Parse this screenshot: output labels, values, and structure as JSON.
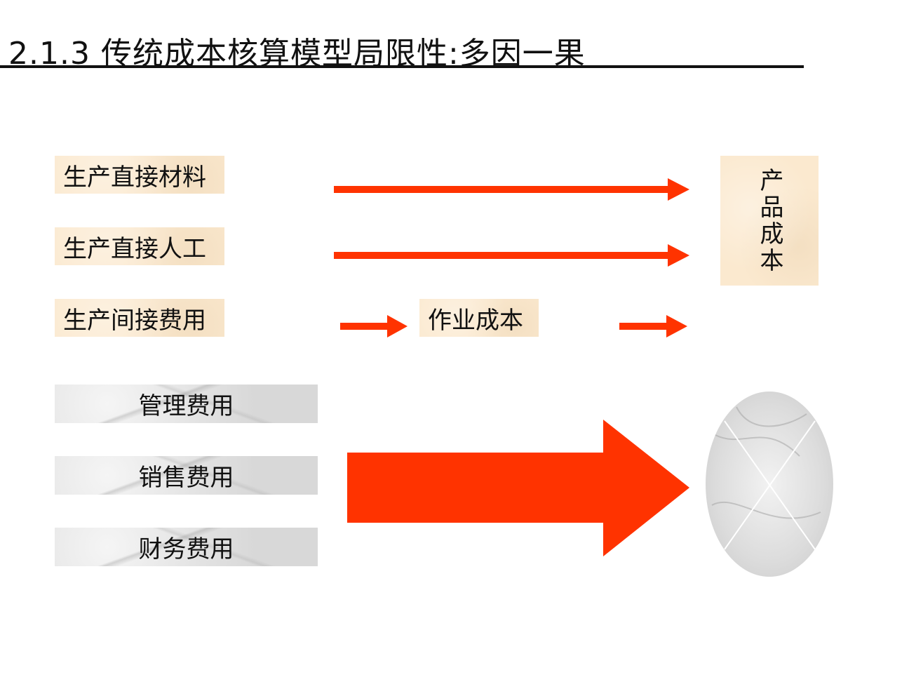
{
  "title": "2.1.3 传统成本核算模型局限性:多因一果",
  "direct_items": [
    "生产直接材料",
    "生产直接人工",
    "生产间接费用"
  ],
  "activity_cost": "作业成本",
  "product_cost": "产品成本",
  "period_expenses": [
    "管理费用",
    "销售费用",
    "财务费用"
  ],
  "colors": {
    "arrow": "#ff3300",
    "beige": "#fbe9cf"
  }
}
